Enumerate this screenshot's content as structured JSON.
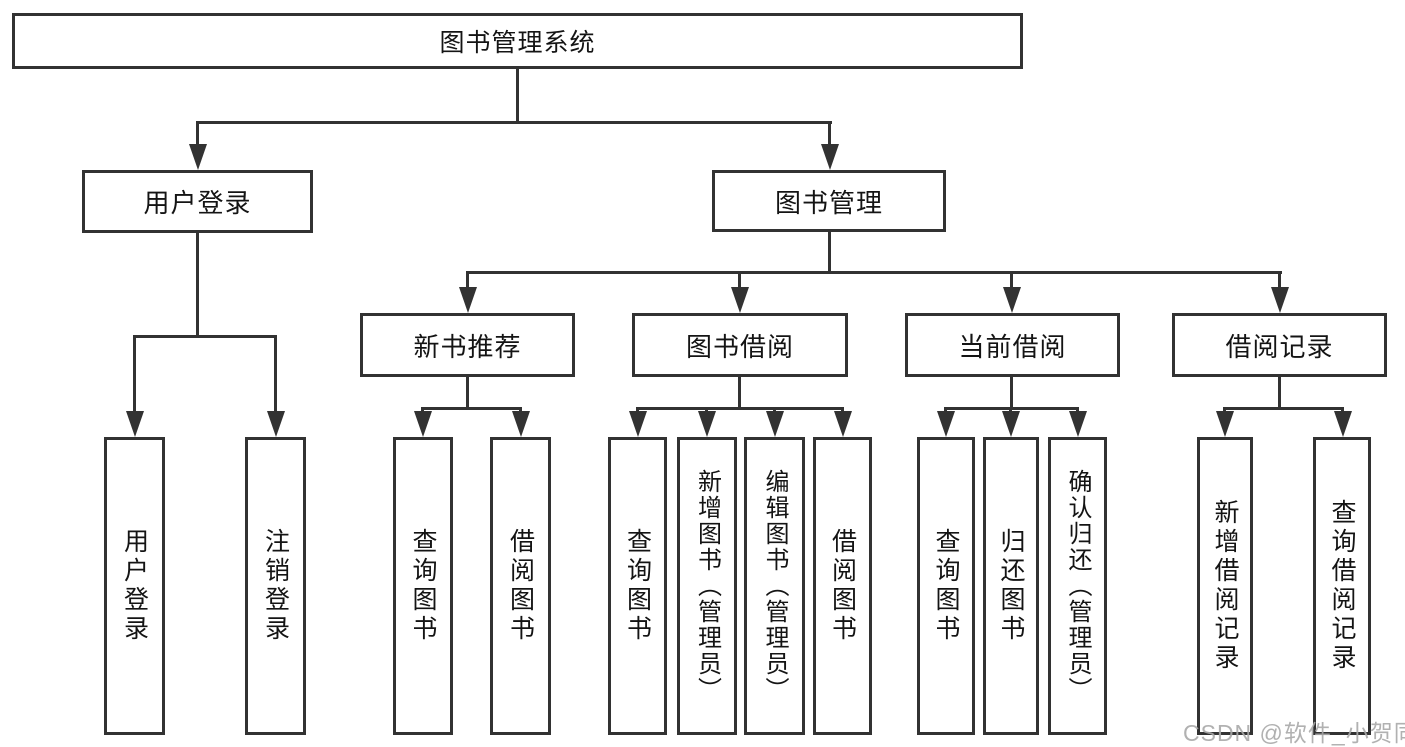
{
  "nodes": {
    "root": "图书管理系统",
    "user_login": "用户登录",
    "book_mgmt": "图书管理",
    "new_book_rec": "新书推荐",
    "book_borrow": "图书借阅",
    "current_borrow": "当前借阅",
    "borrow_records": "借阅记录",
    "leaf_user_login": "用户登录",
    "leaf_logout": "注销登录",
    "leaf_nb_query": "查询图书",
    "leaf_nb_borrow": "借阅图书",
    "leaf_bb_query": "查询图书",
    "leaf_bb_add": "新增图书（管理员）",
    "leaf_bb_edit": "编辑图书（管理员）",
    "leaf_bb_borrow": "借阅图书",
    "leaf_cb_query": "查询图书",
    "leaf_cb_return": "归还图书",
    "leaf_cb_confirm": "确认归还（管理员）",
    "leaf_br_add": "新增借阅记录",
    "leaf_br_query": "查询借阅记录"
  },
  "watermark": "CSDN @软件_小贺同学",
  "colors": {
    "line": "#323232",
    "text": "#141414",
    "watermark": "#a8a8a8",
    "background": "#ffffff"
  }
}
